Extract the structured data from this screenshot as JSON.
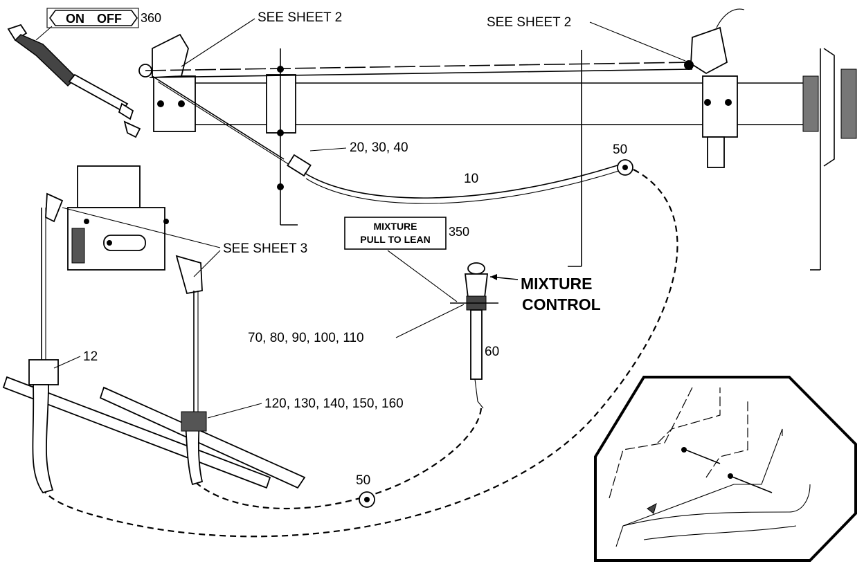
{
  "placards": {
    "on_off": {
      "on": "ON",
      "off": "OFF",
      "ref": "360"
    },
    "mixture": {
      "line1": "MIXTURE",
      "line2": "PULL TO LEAN",
      "ref": "350"
    }
  },
  "callouts": {
    "see_sheet_2_left": "SEE SHEET 2",
    "see_sheet_2_right": "SEE SHEET 2",
    "see_sheet_3": "SEE SHEET 3",
    "items_20_30_40": "20, 30, 40",
    "item_10": "10",
    "item_50_top": "50",
    "item_50_bottom": "50",
    "item_12": "12",
    "items_70_110": "70, 80, 90, 100, 110",
    "item_60": "60",
    "items_120_160": "120, 130, 140, 150, 160"
  },
  "mixture_control": {
    "line1": "MIXTURE",
    "line2": "CONTROL"
  }
}
